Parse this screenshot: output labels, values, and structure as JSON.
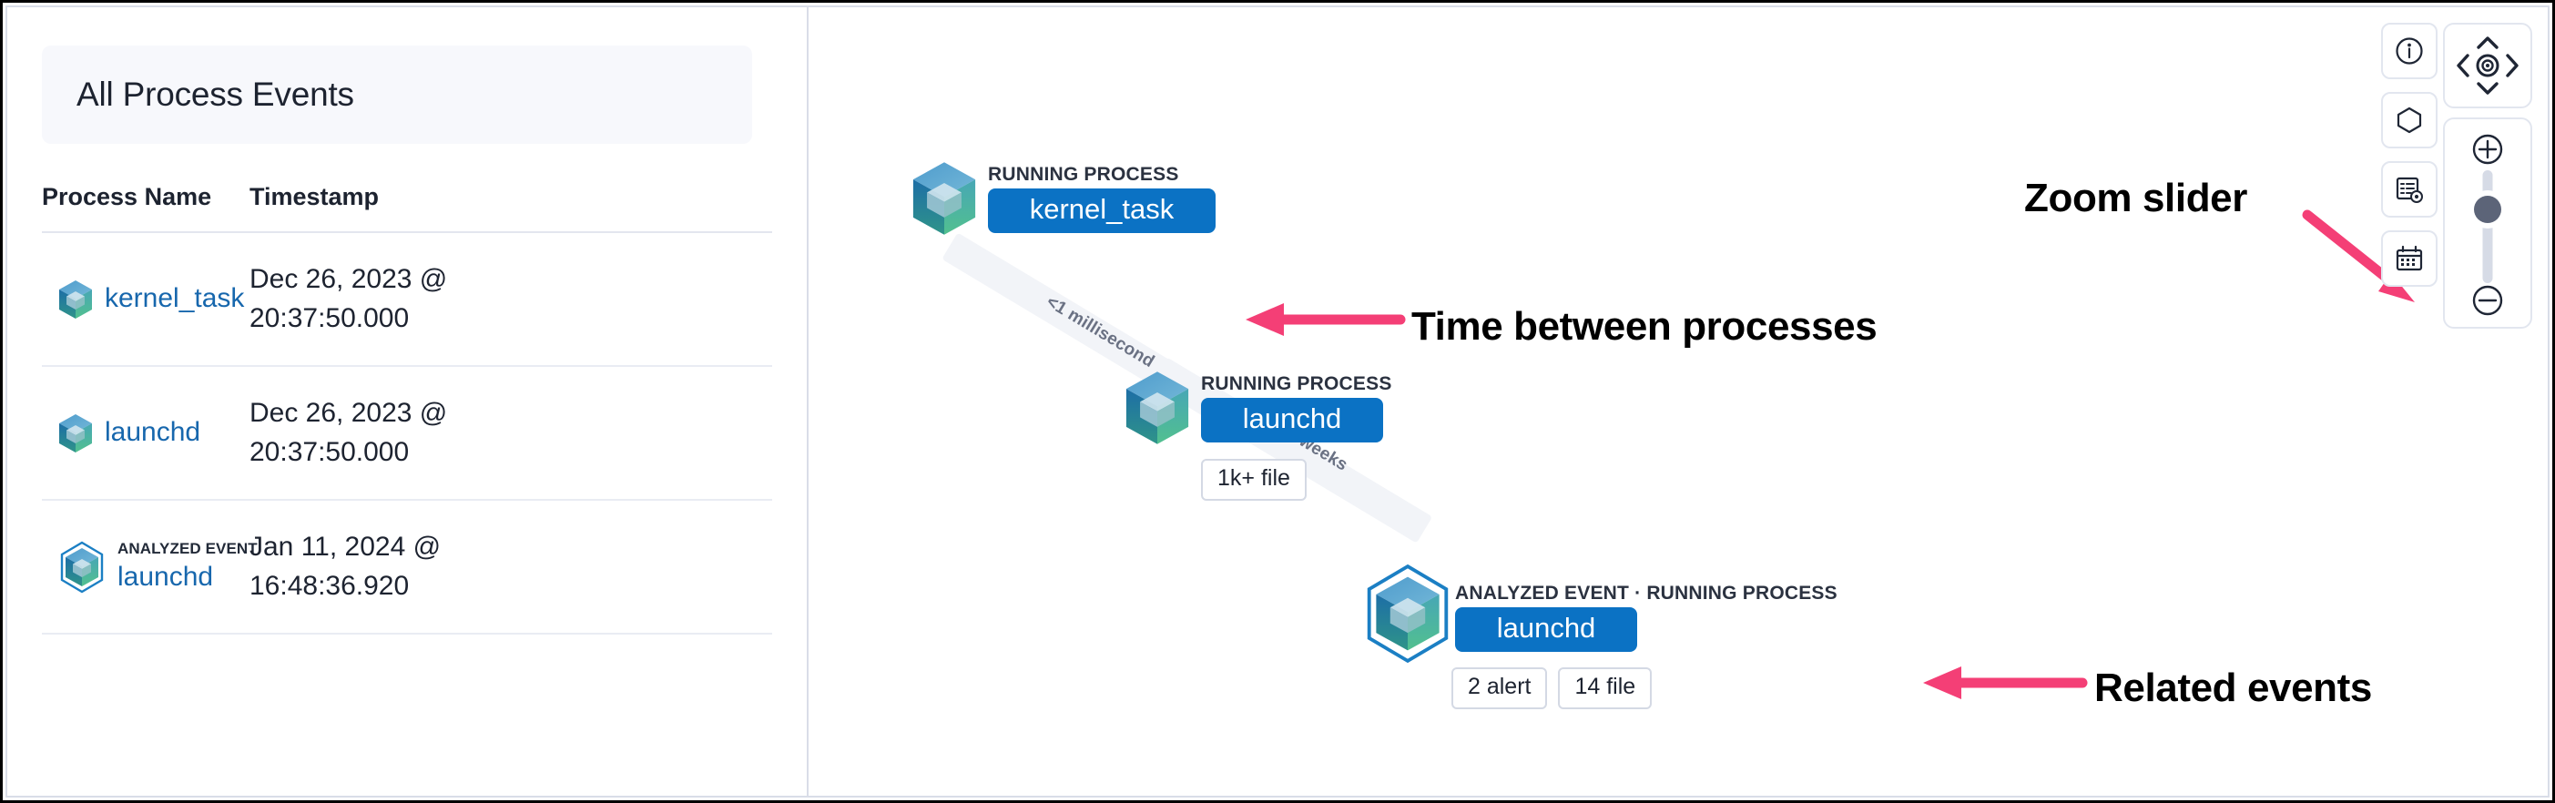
{
  "left_panel": {
    "header_title": "All Process Events",
    "columns": [
      "Process Name",
      "Timestamp"
    ],
    "rows": [
      {
        "kicker": "",
        "name": "kernel_task",
        "timestamp": "Dec 26, 2023 @\n20:37:50.000"
      },
      {
        "kicker": "",
        "name": "launchd",
        "timestamp": "Dec 26, 2023 @\n20:37:50.000"
      },
      {
        "kicker": "ANALYZED EVENT",
        "name": "launchd",
        "timestamp": "Jan 11, 2024 @\n16:48:36.920"
      }
    ]
  },
  "graph": {
    "nodes": [
      {
        "kicker": "RUNNING PROCESS",
        "label": "kernel_task",
        "badges": []
      },
      {
        "kicker": "RUNNING PROCESS",
        "label": "launchd",
        "badges": [
          "1k+ file"
        ]
      },
      {
        "kicker": "ANALYZED EVENT · RUNNING PROCESS",
        "label": "launchd",
        "badges": [
          "2 alert",
          "14 file"
        ]
      }
    ],
    "edges": [
      {
        "label": "<1 millisecond"
      },
      {
        "label": "2 weeks"
      }
    ]
  },
  "annotations": [
    {
      "text": "Zoom slider"
    },
    {
      "text": "Time between processes"
    },
    {
      "text": "Related events"
    }
  ],
  "controls": {
    "left_buttons": [
      "info-icon",
      "hexagon-icon",
      "legend-settings-icon",
      "calendar-icon"
    ],
    "pan": [
      "chevron-up-icon",
      "chevron-left-icon",
      "center-target-icon",
      "chevron-right-icon",
      "chevron-down-icon"
    ],
    "zoom": {
      "in": "plus-circle-icon",
      "out": "minus-circle-icon"
    }
  },
  "colors": {
    "accent_blue": "#0b72c4",
    "link_blue": "#1767ad",
    "annotation_pink": "#f43f76",
    "edge_gray": "#f2f4f8",
    "panel_bg": "#f7f8fc"
  }
}
